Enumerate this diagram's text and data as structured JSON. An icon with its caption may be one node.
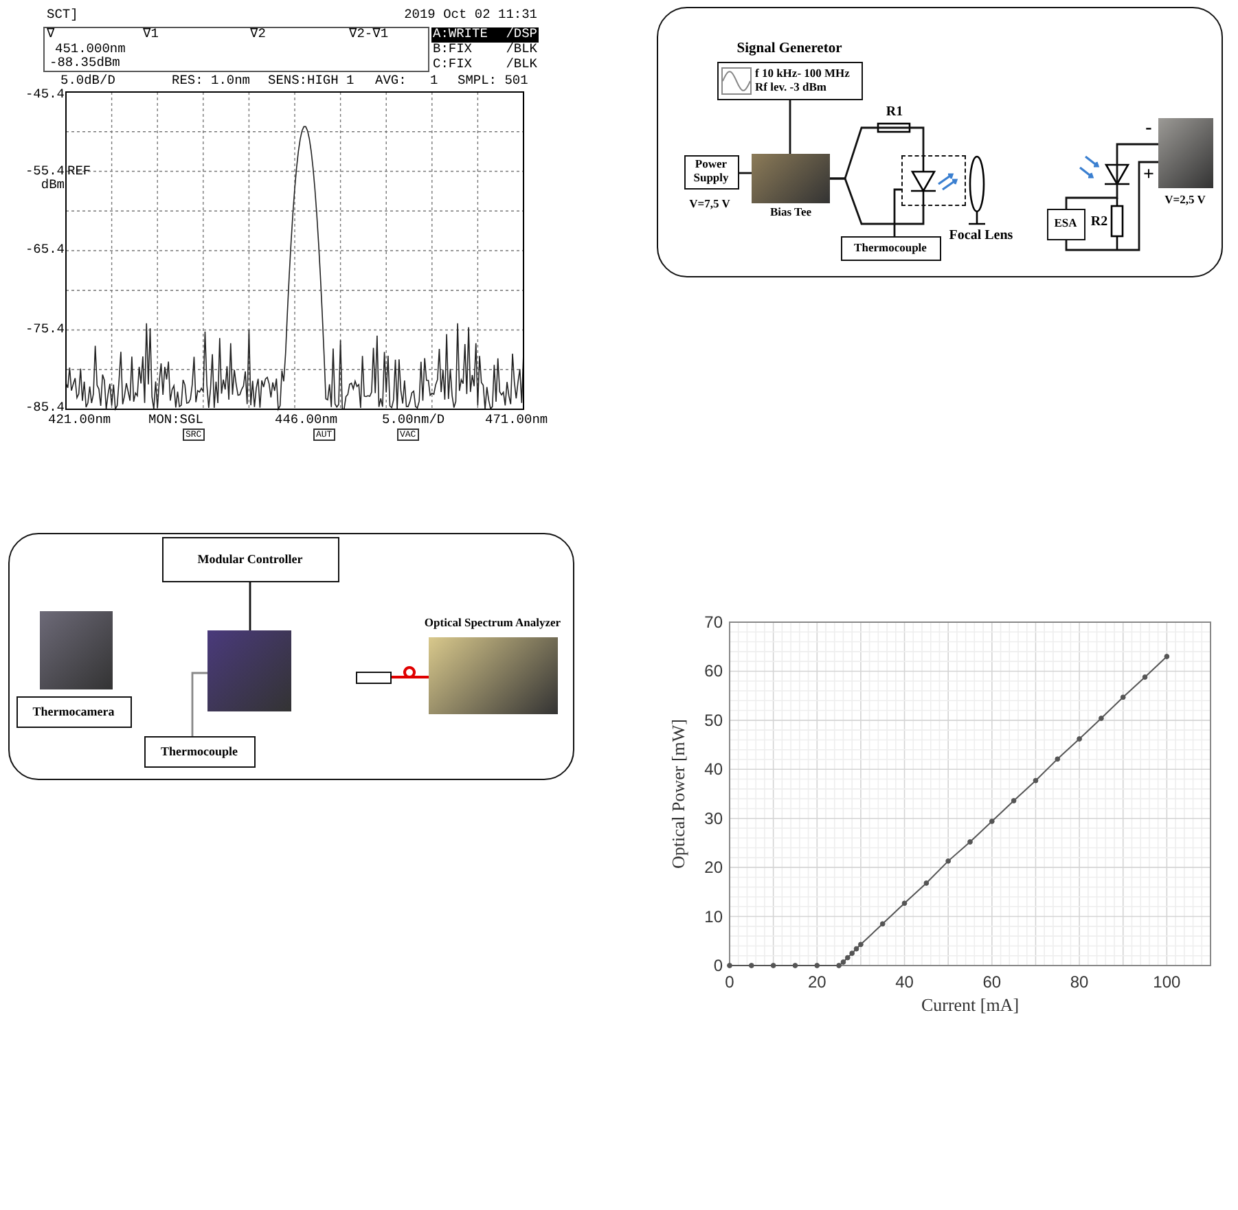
{
  "diagram": {
    "nodes": [
      {
        "text": [],
        "shape": "box"
      },
      {
        "text": [
          "Signal Generetor",
          "f 10 kHz- 100 MHz Rf lev. -3 dBm"
        ],
        "in": 0
      },
      {
        "text": [
          "Power Supply"
        ],
        "in": 0,
        "beside": [
          "V=7,5 V"
        ]
      },
      {
        "text": [],
        "shape": "picture",
        "in": 0,
        "beside": [
          "Bias Tee"
        ]
      },
      {
        "text": [],
        "shape": "box",
        "in": 0
      },
      {
        "text": [
          "Thermocouple"
        ],
        "in": 0
      },
      {
        "text": [
          "ESA"
        ],
        "in": 0
      },
      {
        "text": [],
        "shape": "picture",
        "in": 0,
        "beside": [
          "V=2,5 V"
        ]
      },
      {
        "text": [],
        "shape": "box"
      },
      {
        "text": [
          "Modular Controller"
        ],
        "in": 8
      },
      {
        "text": [],
        "shape": "picture",
        "in": 8
      },
      {
        "text": [
          "Thermocamera"
        ],
        "in": 8
      },
      {
        "text": [],
        "shape": "picture",
        "in": 8
      },
      {
        "text": [
          "Thermocouple"
        ],
        "in": 8
      },
      {
        "text": [],
        "shape": "box",
        "in": 8
      },
      {
        "text": [],
        "shape": "picture",
        "in": 8,
        "beside": [
          "Optical Spectrum Analyzer"
        ]
      }
    ],
    "edges": [
      {
        "from": 1,
        "to": 3,
        "arrow": "none"
      },
      {
        "from": 2,
        "to": 3,
        "arrow": "none"
      },
      {
        "from": 3,
        "to": 4,
        "arrow": "none"
      },
      {
        "from": 3,
        "to": 4,
        "arrow": "none"
      },
      {
        "from": 5,
        "to": 4,
        "arrow": "none"
      },
      {
        "from": 6,
        "to": 7,
        "arrow": "none"
      },
      {
        "from": 6,
        "to": 7,
        "arrow": "none"
      },
      {
        "from": 9,
        "to": 12,
        "arrow": "none"
      },
      {
        "from": 13,
        "to": 12,
        "arrow": "none",
        "color": "#888888"
      },
      {
        "from": 14,
        "to": 15,
        "arrow": "none",
        "color": "#e00000"
      }
    ],
    "labels": [
      "SCT]",
      "2019 Oct 02 11:31",
      "∇",
      "∇1",
      "∇2",
      "∇2-∇1",
      "451.000nm",
      "-88.35dBm",
      "A:WRITE",
      "/DSP",
      "B:FIX",
      "/BLK",
      "C:FIX",
      "/BLK",
      "5.0dB/D",
      "RES: 1.0nm",
      "SENS:HIGH 1",
      "AVG:",
      "1",
      "SMPL: 501",
      "-45.4",
      "-55.4",
      "REF",
      "dBm",
      "-65.4",
      "-75.4",
      "-85.4",
      "421.00nm",
      "MON:SGL",
      "446.00nm",
      "5.00nm/D",
      "471.00nm",
      "SRC",
      "AUT",
      "VAC",
      "R1",
      "Focal Lens",
      "R2",
      "-",
      "+"
    ],
    "chart_data": {
      "type": "line",
      "xlabel": "Current [mA]",
      "ylabel": "Optical Power [mW]",
      "x": [
        0,
        5,
        10,
        15,
        20,
        25,
        26,
        27,
        28,
        29,
        30,
        35,
        40,
        45,
        50,
        55,
        60,
        65,
        70,
        75,
        80,
        85,
        90,
        95,
        100
      ],
      "series": [
        {
          "color": "#555555",
          "marker": "circle",
          "values": [
            0,
            0,
            0,
            0,
            0,
            0,
            0.7,
            1.6,
            2.5,
            3.4,
            4.3,
            8.5,
            12.7,
            16.8,
            21.3,
            25.2,
            29.4,
            33.6,
            37.7,
            42.1,
            46.2,
            50.4,
            54.7,
            58.8,
            63
          ]
        }
      ],
      "grid": true,
      "xlim": [
        0,
        110
      ],
      "ylim": [
        0,
        70
      ],
      "xticks": [
        0,
        20,
        40,
        60,
        80,
        100
      ],
      "yticks": [
        0,
        10,
        20,
        30,
        40,
        50,
        60,
        70
      ]
    }
  }
}
